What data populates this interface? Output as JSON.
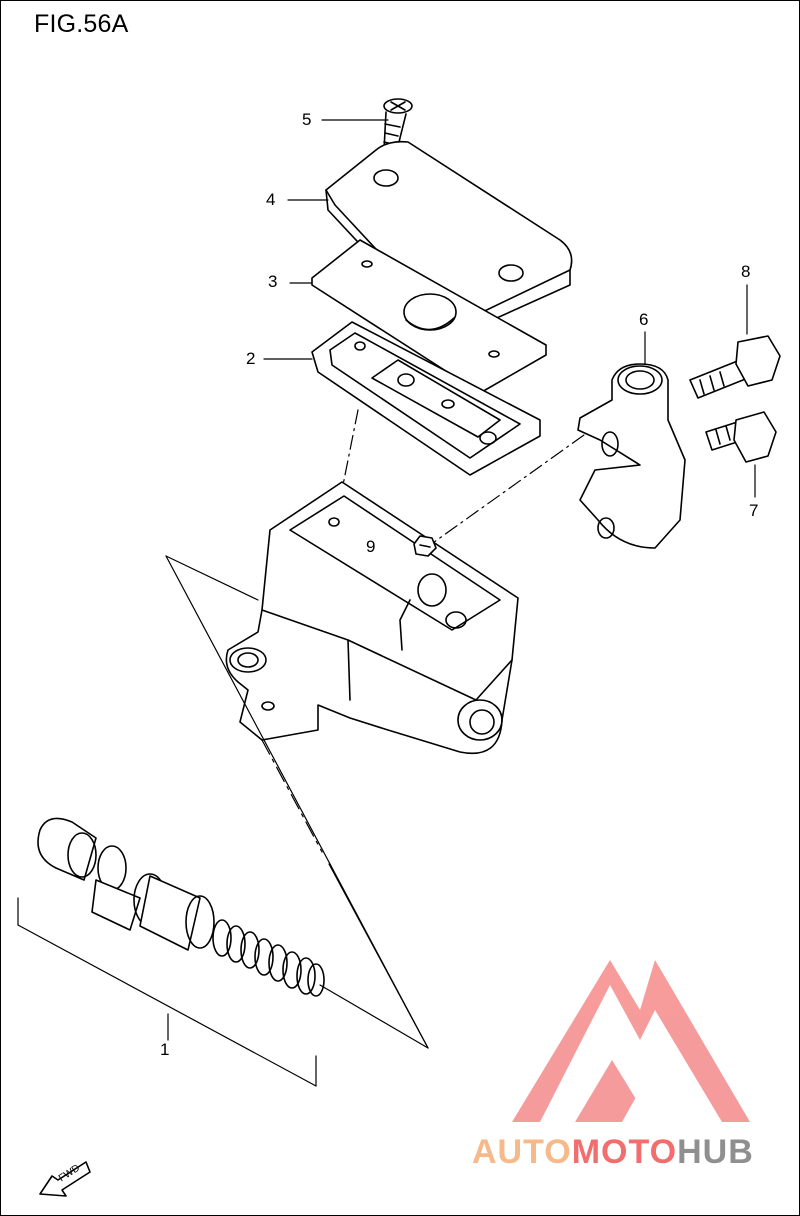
{
  "figure": {
    "title": "FIG.56A"
  },
  "callouts": {
    "c1": "1",
    "c2": "2",
    "c3": "3",
    "c4": "4",
    "c5": "5",
    "c6": "6",
    "c7": "7",
    "c8": "8",
    "c9": "9"
  },
  "fwd_arrow": {
    "label": "FWD"
  },
  "watermark": {
    "part1": "AUTO",
    "part2": "MOTO",
    "part3": "HUB",
    "colors": {
      "orange": "#f5b98a",
      "red": "#f26d6d",
      "gray": "#8f8f8f",
      "logo": "#f47a7a"
    }
  }
}
